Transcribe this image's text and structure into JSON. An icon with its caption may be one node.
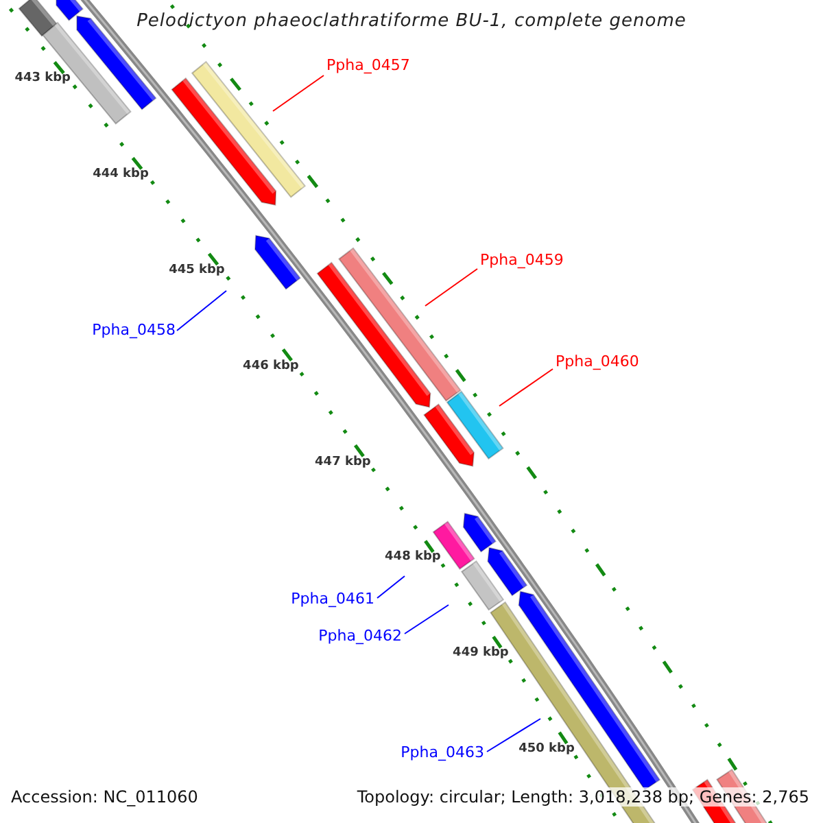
{
  "diagram": {
    "title": "Pelodictyon phaeoclathratiforme BU-1, complete genome",
    "nodes": [
      {
        "text": [
          "Ppha_0457"
        ]
      },
      {
        "text": [
          "Ppha_0459"
        ]
      },
      {
        "text": [
          "Ppha_0458"
        ]
      },
      {
        "text": [
          "Ppha_0460"
        ]
      },
      {
        "text": [
          "Ppha_0461"
        ]
      },
      {
        "text": [
          "Ppha_0462"
        ]
      },
      {
        "text": [
          "Ppha_0463"
        ]
      }
    ],
    "edges": [
      {
        "from": 0,
        "to": null,
        "arrow": "none",
        "color": "#ff0000"
      },
      {
        "from": 1,
        "to": null,
        "arrow": "none",
        "color": "#ff0000"
      },
      {
        "from": 2,
        "to": null,
        "arrow": "none"
      },
      {
        "from": 3,
        "to": null,
        "arrow": "none",
        "color": "#ff0000"
      },
      {
        "from": 4,
        "to": null,
        "arrow": "none"
      },
      {
        "from": 5,
        "to": null,
        "arrow": "none"
      },
      {
        "from": 6,
        "to": null,
        "arrow": "none"
      }
    ],
    "labels": [
      "443 kbp",
      "444 kbp",
      "445 kbp",
      "446 kbp",
      "447 kbp",
      "448 kbp",
      "449 kbp",
      "450 kbp",
      "Accession: NC_011060",
      "Topology: circular; Length: 3,018,238 bp; Genes: 2,765"
    ]
  }
}
